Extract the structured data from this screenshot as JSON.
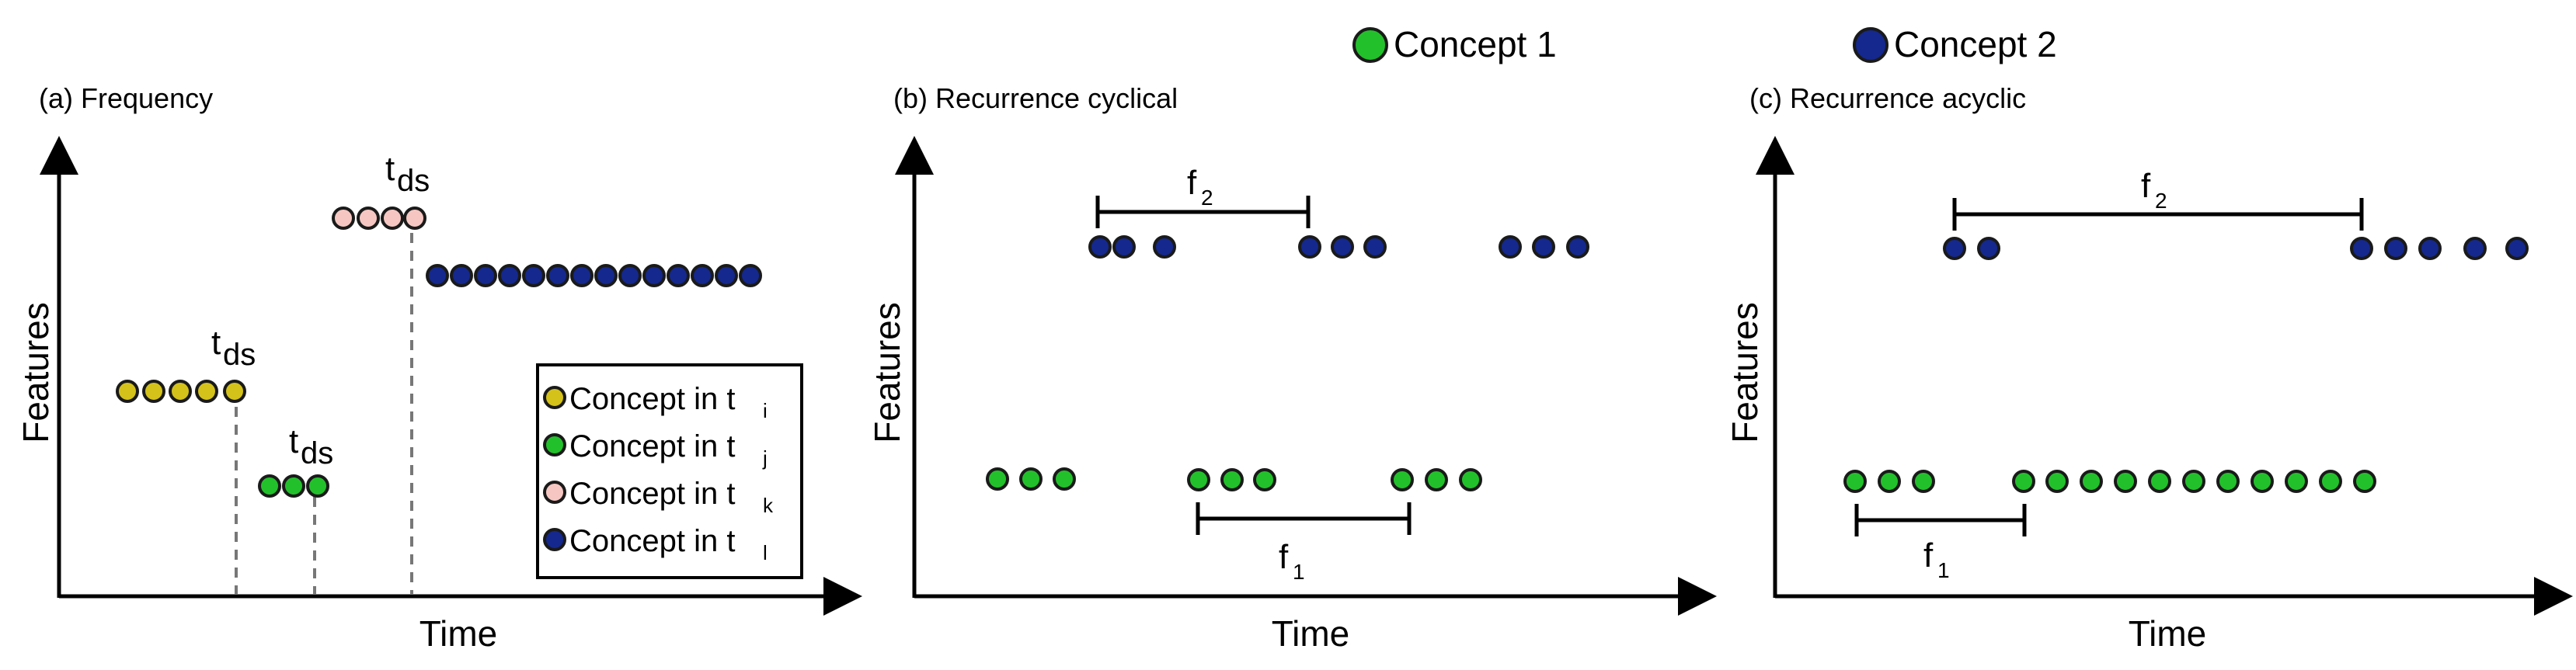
{
  "colors": {
    "concept_i": "#d4c21a",
    "concept_j": "#22c12b",
    "concept_k": "#f6c7c2",
    "concept_l": "#14288e",
    "concept_1": "#22c12b",
    "concept_2": "#14288e",
    "stroke": "#1a1a1a",
    "dashed": "#777777"
  },
  "top_legend": {
    "concept1": "Concept 1",
    "concept2": "Concept 2"
  },
  "panels": [
    {
      "title": "(a) Frequency",
      "ylabel": "Features",
      "xlabel": "Time",
      "annotations": [
        "t",
        "ds",
        "t",
        "ds",
        "t",
        "ds"
      ],
      "legend": [
        {
          "text": "Concept in t",
          "sub": "i",
          "color_key": "concept_i"
        },
        {
          "text": "Concept in t",
          "sub": "j",
          "color_key": "concept_j"
        },
        {
          "text": "Concept in t",
          "sub": "k",
          "color_key": "concept_k"
        },
        {
          "text": "Concept in t",
          "sub": "l",
          "color_key": "concept_l"
        }
      ]
    },
    {
      "title": "(b) Recurrence cyclical",
      "ylabel": "Features",
      "xlabel": "Time",
      "brackets": [
        {
          "label": "f",
          "sub": "2"
        },
        {
          "label": "f",
          "sub": "1"
        }
      ]
    },
    {
      "title": "(c) Recurrence acyclic",
      "ylabel": "Features",
      "xlabel": "Time",
      "brackets": [
        {
          "label": "f",
          "sub": "2"
        },
        {
          "label": "f",
          "sub": "1"
        }
      ]
    }
  ]
}
